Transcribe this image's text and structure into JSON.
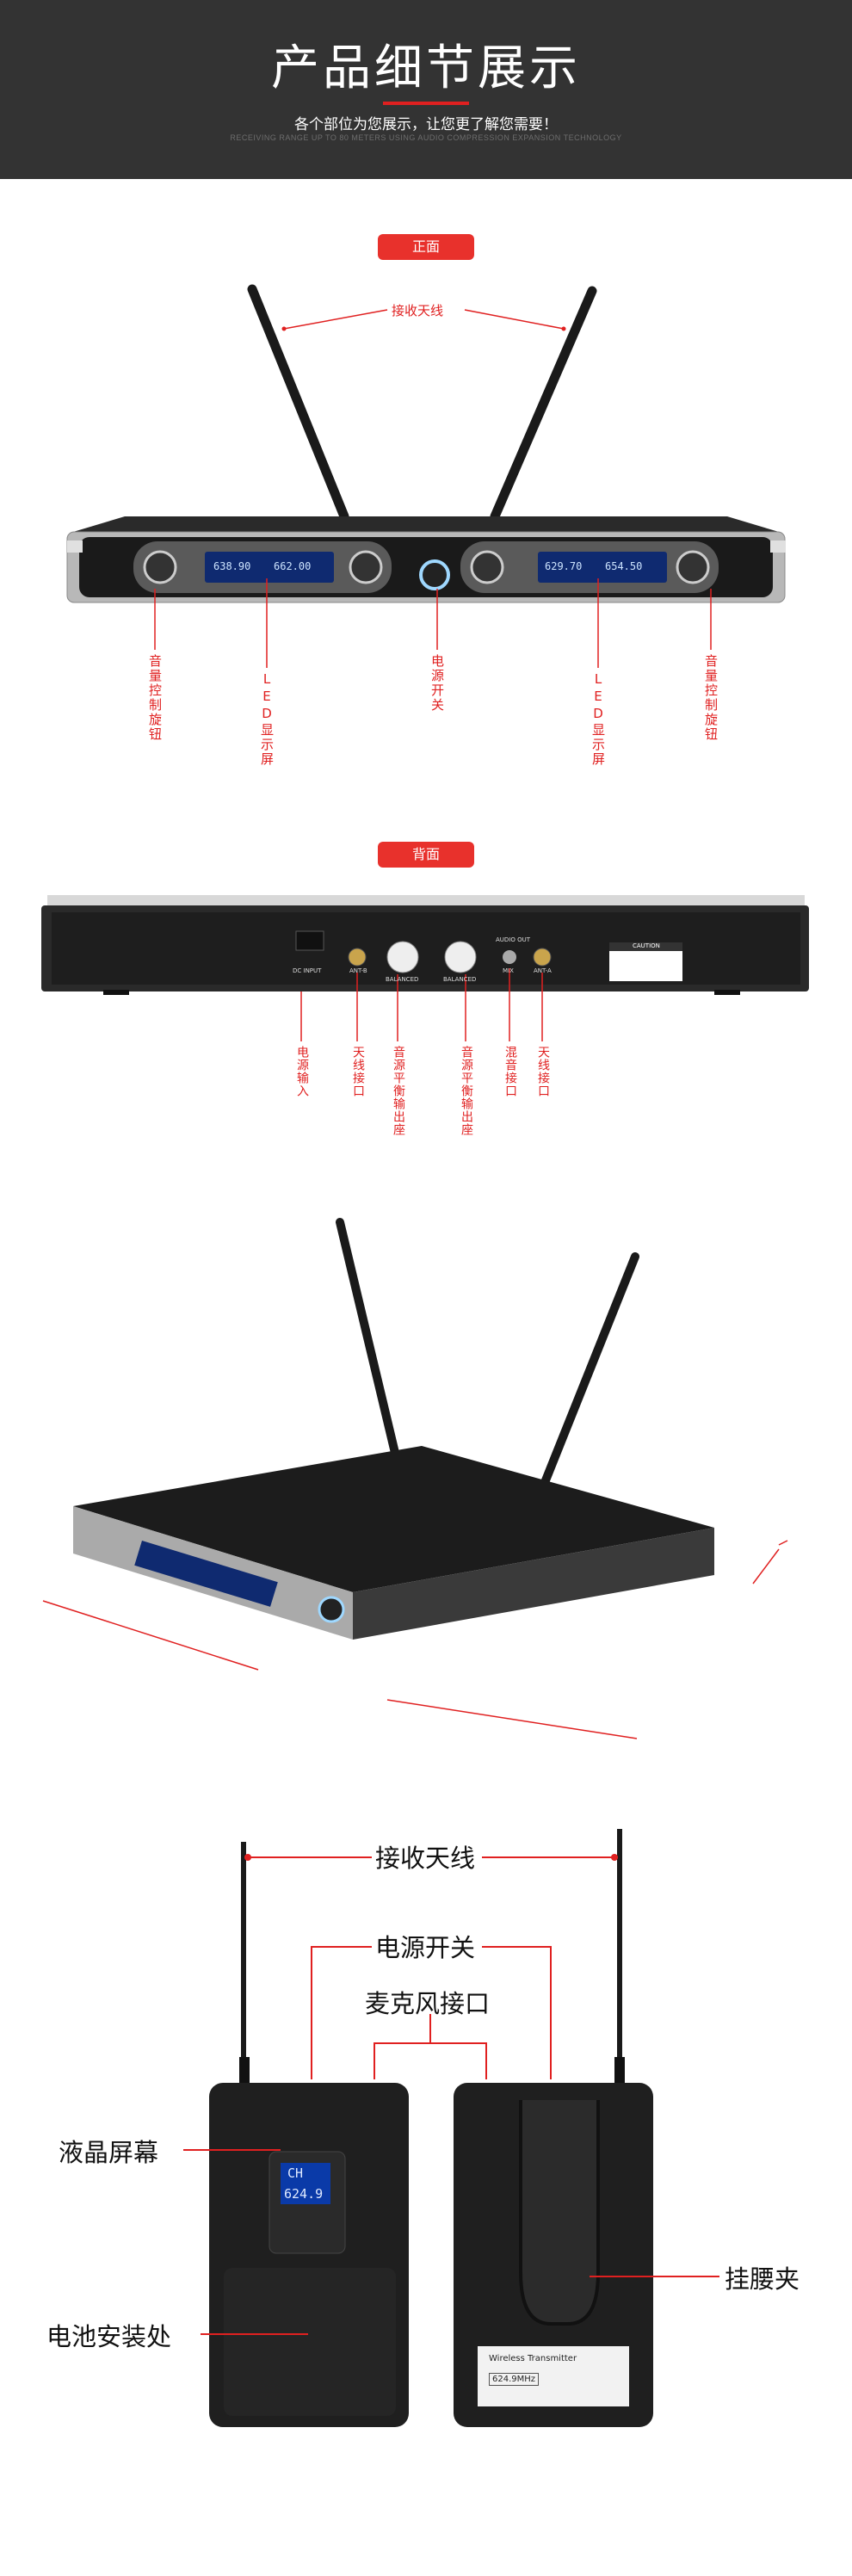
{
  "header": {
    "title": "产品细节展示",
    "subtitle": "各个部位为您展示，让您更了解您需要！",
    "english": "RECEIVING RANGE UP TO 80 METERS USING AUDIO COMPRESSION EXPANSION TECHNOLOGY"
  },
  "front": {
    "badge": "正面",
    "antenna_label": "接收天线",
    "labels": [
      "音量控制旋钮",
      "LED显示屏",
      "电源开关",
      "LED显示屏",
      "音量控制旋钮"
    ],
    "display_left": "638.90",
    "display_left2": "662.00",
    "display_right": "629.70",
    "display_right2": "654.50"
  },
  "back": {
    "badge": "背面",
    "labels": [
      "电源输入",
      "天线接口",
      "音源平衡输出座",
      "音源平衡输出座",
      "混音接口",
      "天线接口"
    ],
    "panel_text": {
      "dc": "DC INPUT",
      "ant_b": "ANT-B",
      "bal_b": "BALANCED",
      "bal_a": "BALANCED",
      "mix": "MIX",
      "ant_a": "ANT-A",
      "audio_out": "AUDIO OUT",
      "caution": "CAUTION"
    }
  },
  "transmitter": {
    "labels": {
      "antenna": "接收天线",
      "power": "电源开关",
      "mic": "麦克风接口",
      "lcd": "液晶屏幕",
      "battery": "电池安装处",
      "clip": "挂腰夹"
    },
    "lcd_ch": "CH",
    "lcd_freq": "624.9",
    "sticker_title": "Wireless Transmitter",
    "sticker_freq": "624.9MHz"
  },
  "colors": {
    "accent": "#e8312c",
    "header_bg": "#333333"
  }
}
